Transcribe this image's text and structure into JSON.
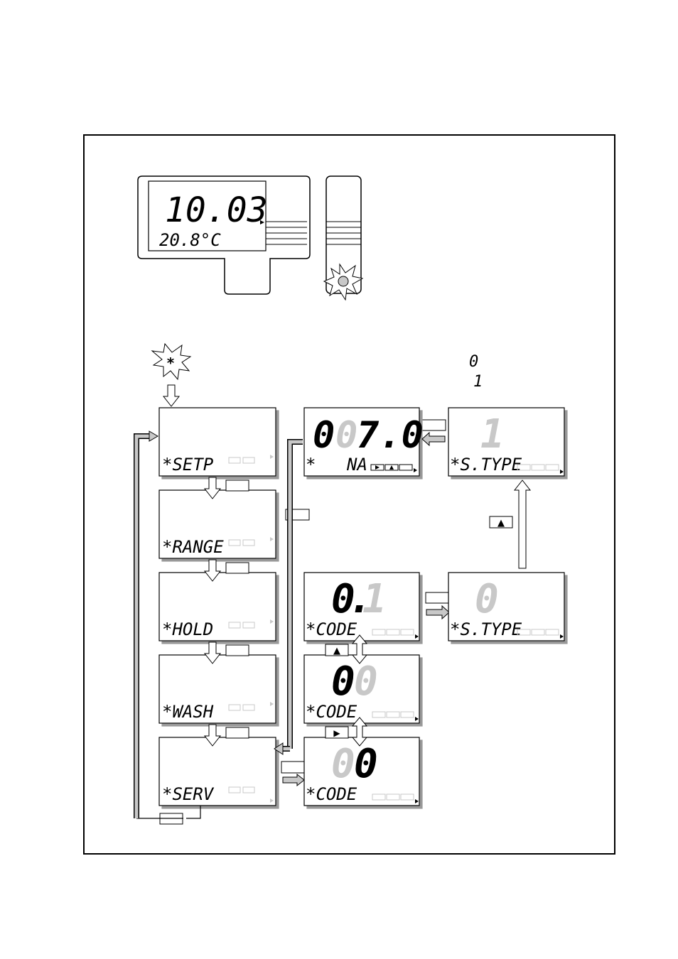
{
  "device": {
    "main_value": "10.03",
    "temp_value": "20.8°C"
  },
  "legend": {
    "value_0": "0",
    "value_1": "1"
  },
  "star_label": "*",
  "menu_screens": [
    {
      "label": "*SETP"
    },
    {
      "label": "*RANGE"
    },
    {
      "label": "*HOLD"
    },
    {
      "label": "*WASH"
    },
    {
      "label": "*SERV"
    }
  ],
  "code_screens": [
    {
      "digit_a": "0",
      "digit_b": ".",
      "digit_c": "1",
      "label": "*CODE"
    },
    {
      "digit_a": "0",
      "digit_b": "0",
      "label": "*CODE"
    },
    {
      "digit_a": "0",
      "digit_b": "0",
      "label": "*CODE"
    }
  ],
  "na_screen": {
    "d1": "0",
    "d2": "0",
    "d3": "7.0",
    "label_star": "*",
    "label": "NA"
  },
  "stype_screens": [
    {
      "value": "1",
      "label": "*S.TYPE"
    },
    {
      "value": "0",
      "label": "*S.TYPE"
    }
  ],
  "keys": {
    "up_arrow": "▲",
    "right_arrow": "▶"
  }
}
